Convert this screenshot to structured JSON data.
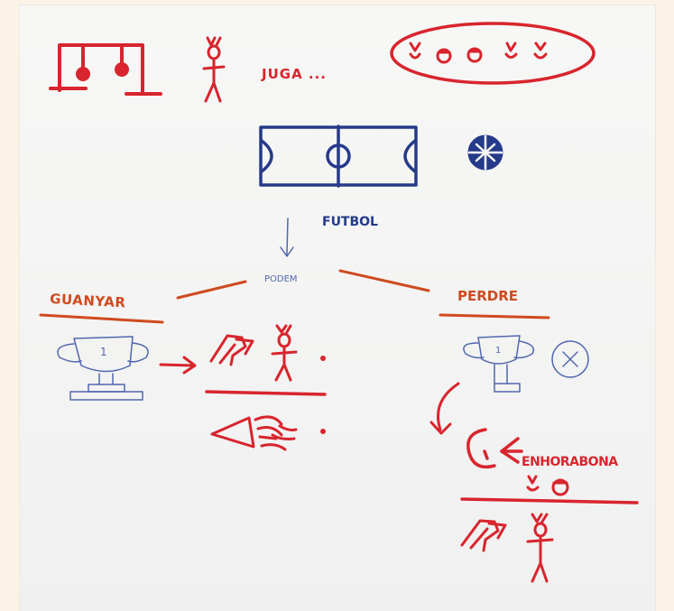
{
  "labels": {
    "juga": "JUGA ...",
    "futbol": "FUTBOL",
    "podem": "PODEM",
    "guanyar": "GUANYAR",
    "perdre": "PERDRE",
    "enhorabona": "ENHORABONA",
    "trophy_number_left": "1",
    "trophy_number_right": "1"
  },
  "colors": {
    "red": "#d8252e",
    "blue": "#263a8a",
    "blue_light": "#5366b0",
    "orange": "#cf4a1f"
  }
}
